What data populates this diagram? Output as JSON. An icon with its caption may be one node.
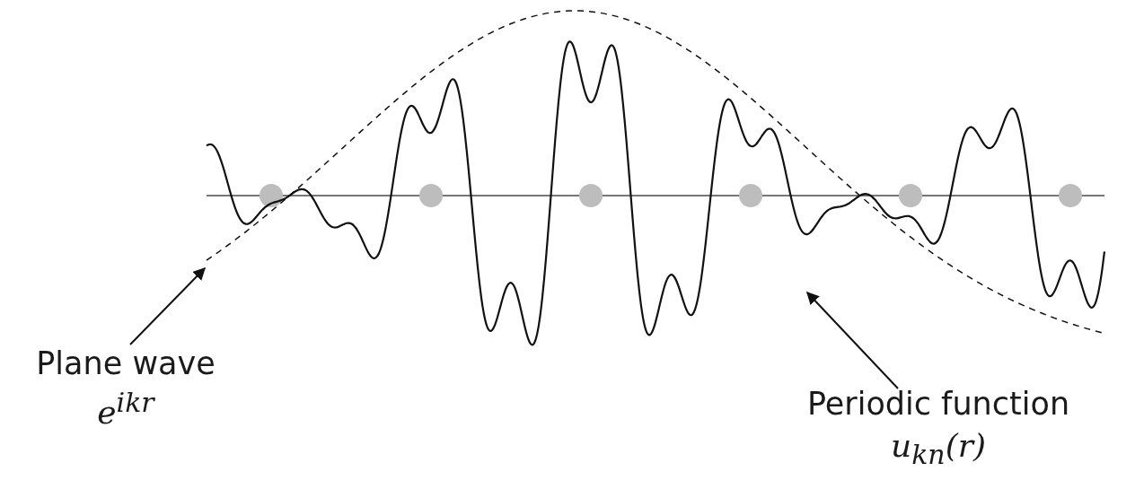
{
  "diagram": {
    "nodes": [
      {
        "text": [
          "Plane wave",
          "e$^{ikr}$"
        ]
      },
      {
        "text": [],
        "shape": "curve"
      },
      {
        "text": [
          "Periodic function",
          "u$_{kn}$(r)"
        ]
      },
      {
        "text": [],
        "shape": "curve"
      }
    ],
    "edges": [
      {
        "from": 0,
        "to": 1,
        "arrow": "to"
      },
      {
        "from": 2,
        "to": 3,
        "arrow": "to"
      }
    ]
  }
}
